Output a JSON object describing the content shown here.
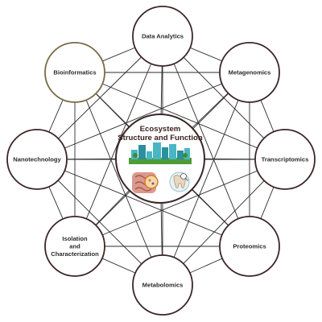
{
  "diagram": {
    "center": {
      "title_line1": "Ecosystem",
      "title_line2": "Structure and Function"
    },
    "nodes": [
      {
        "id": "data-analytics",
        "lines": [
          "Data Analytics"
        ]
      },
      {
        "id": "metagenomics",
        "lines": [
          "Metagenomics"
        ]
      },
      {
        "id": "transcriptomics",
        "lines": [
          "Transcriptomics"
        ]
      },
      {
        "id": "proteomics",
        "lines": [
          "Proteomics"
        ]
      },
      {
        "id": "metabolomics",
        "lines": [
          "Metabolomics"
        ]
      },
      {
        "id": "isolation",
        "lines": [
          "Isolation",
          "and",
          "Characterization"
        ]
      },
      {
        "id": "nanotechnology",
        "lines": [
          "Nanotechnology"
        ]
      },
      {
        "id": "bioinformatics",
        "lines": [
          "Bioinformatics"
        ]
      }
    ],
    "colors": {
      "node_stroke": "#3b2626",
      "bioinformatics_stroke": "#7a6a45",
      "edge": "#2b2b2b",
      "skyline": "#48b6c4",
      "skyline_dark": "#2c8f9d",
      "grass": "#4e9b3a",
      "gut_pink": "#d99a8e",
      "gut_orange": "#d87a2f",
      "tooth": "#e8d7c0"
    }
  }
}
